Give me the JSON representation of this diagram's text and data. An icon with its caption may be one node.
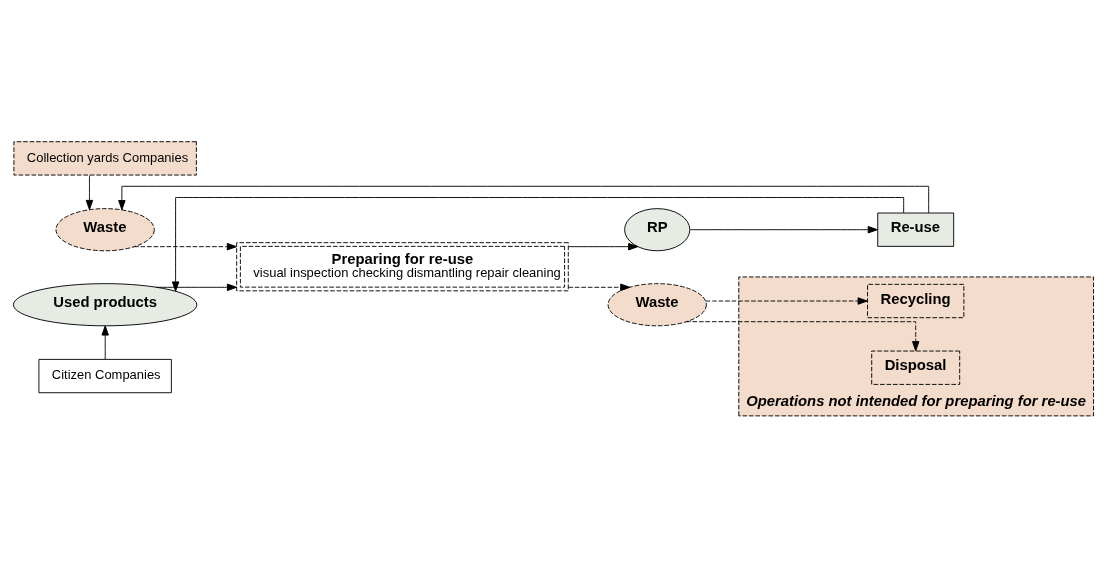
{
  "diagram": {
    "nodes": [
      {
        "text": [
          "Collection yards Companies"
        ]
      },
      {
        "text": [
          "Waste"
        ]
      },
      {
        "text": [
          "Used products"
        ]
      },
      {
        "text": [
          "Citizen Companies"
        ]
      },
      {
        "text": [
          "Preparing for re-use",
          "visual inspection checking dismantling repair cleaning"
        ]
      },
      {
        "text": [
          "RP"
        ]
      },
      {
        "text": [
          "Re-use"
        ]
      },
      {
        "text": [
          "Waste"
        ]
      },
      {
        "text": [
          "Operations not intended for preparing for re-use"
        ]
      },
      {
        "text": [
          "Recycling"
        ],
        "in": 8
      },
      {
        "text": [
          "Disposal"
        ],
        "in": 8
      }
    ],
    "edges": [
      {
        "from": 0,
        "to": 1,
        "arrow": "to"
      },
      {
        "from": 3,
        "to": 2,
        "arrow": "to"
      },
      {
        "from": 6,
        "to": 1,
        "arrow": "to"
      },
      {
        "from": 6,
        "to": 2,
        "arrow": "to"
      },
      {
        "from": 1,
        "to": 4,
        "arrow": "to",
        "style": "dashed"
      },
      {
        "from": 2,
        "to": 4,
        "arrow": "to"
      },
      {
        "from": 4,
        "to": 5,
        "arrow": "to"
      },
      {
        "from": 4,
        "to": 7,
        "arrow": "to",
        "style": "dashed"
      },
      {
        "from": 5,
        "to": 6,
        "arrow": "to"
      },
      {
        "from": 7,
        "to": 9,
        "arrow": "to",
        "style": "dashed"
      },
      {
        "from": 7,
        "to": 10,
        "arrow": "to",
        "style": "dashed"
      }
    ]
  }
}
